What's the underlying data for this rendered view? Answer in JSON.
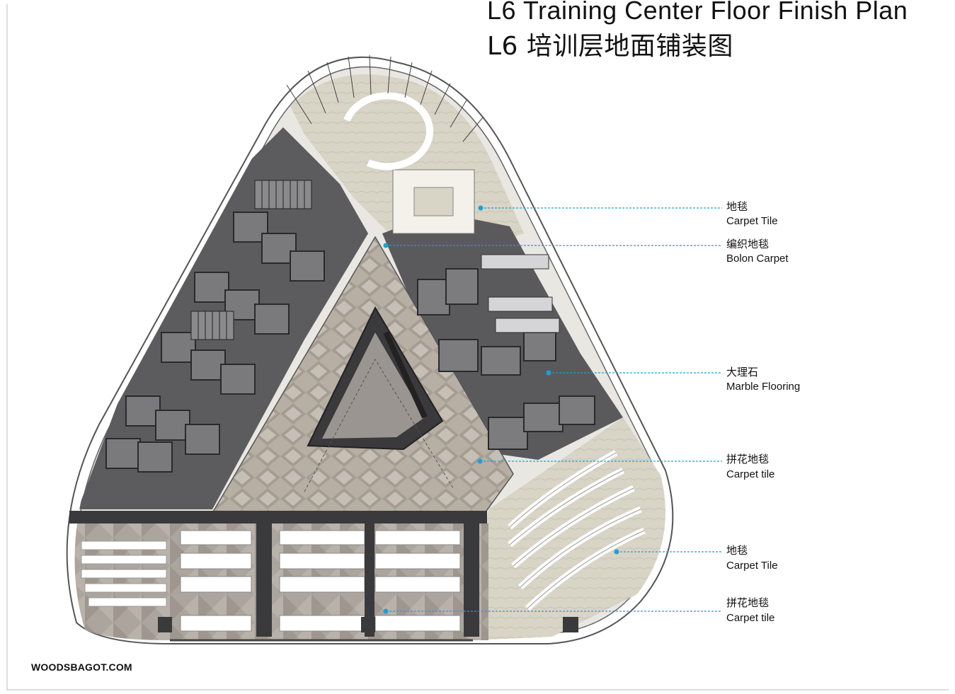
{
  "title": {
    "en": "L6 Training Center Floor Finish Plan",
    "zh": "L6 培训层地面铺装图"
  },
  "legend": [
    {
      "zh": "地毯",
      "en": "Carpet Tile"
    },
    {
      "zh": "编织地毯",
      "en": "Bolon Carpet"
    },
    {
      "zh": "大理石",
      "en": "Marble Flooring"
    },
    {
      "zh": "拼花地毯",
      "en": "Carpet tile"
    },
    {
      "zh": "地毯",
      "en": "Carpet Tile"
    },
    {
      "zh": "拼花地毯",
      "en": "Carpet tile"
    }
  ],
  "brand": "WOODSBAGOT.COM",
  "colors": {
    "leader": "#1ba1d6",
    "carpet_beige": "#d4d0c0",
    "marble_gray": "#6b6b6d",
    "dark_core": "#3a3a3c",
    "pattern_carpet": "#a9a39a",
    "facade": "#ffffff"
  }
}
